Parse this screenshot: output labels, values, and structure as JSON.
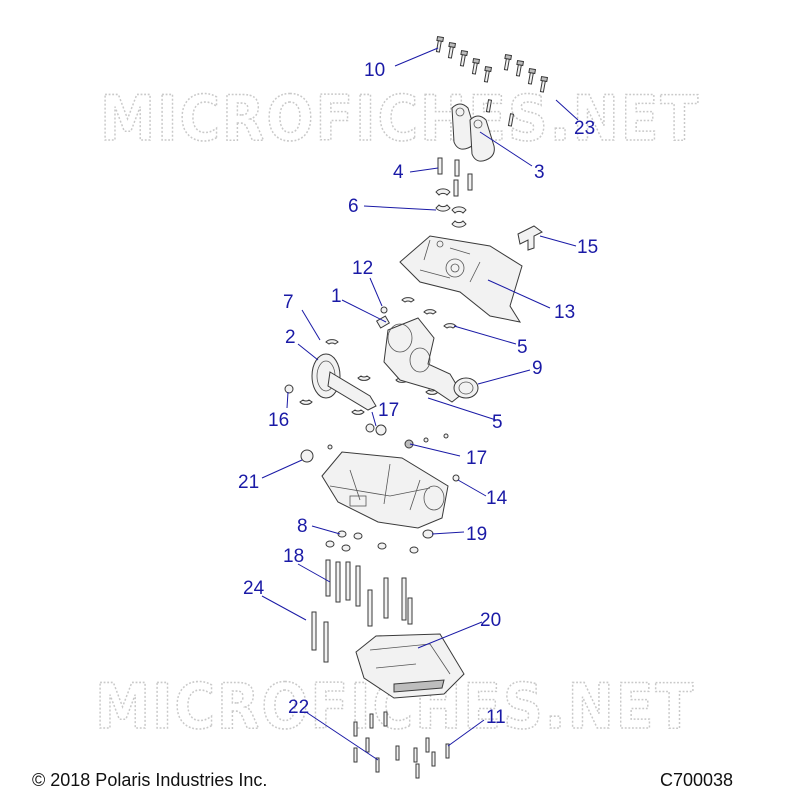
{
  "watermark": {
    "text": "MICROFICHES.NET"
  },
  "callouts": [
    "10",
    "23",
    "4",
    "3",
    "6",
    "15",
    "12",
    "13",
    "7",
    "1",
    "2",
    "5",
    "9",
    "16",
    "17",
    "5",
    "17",
    "21",
    "14",
    "8",
    "19",
    "18",
    "24",
    "20",
    "22",
    "11"
  ],
  "footer": {
    "copyright": "© 2018 Polaris Industries Inc.",
    "diagram_code": "C700038"
  },
  "colors": {
    "callout": "#1a1aa6",
    "watermark": "#c9c9c9",
    "line_art": "#3a3a3a"
  }
}
